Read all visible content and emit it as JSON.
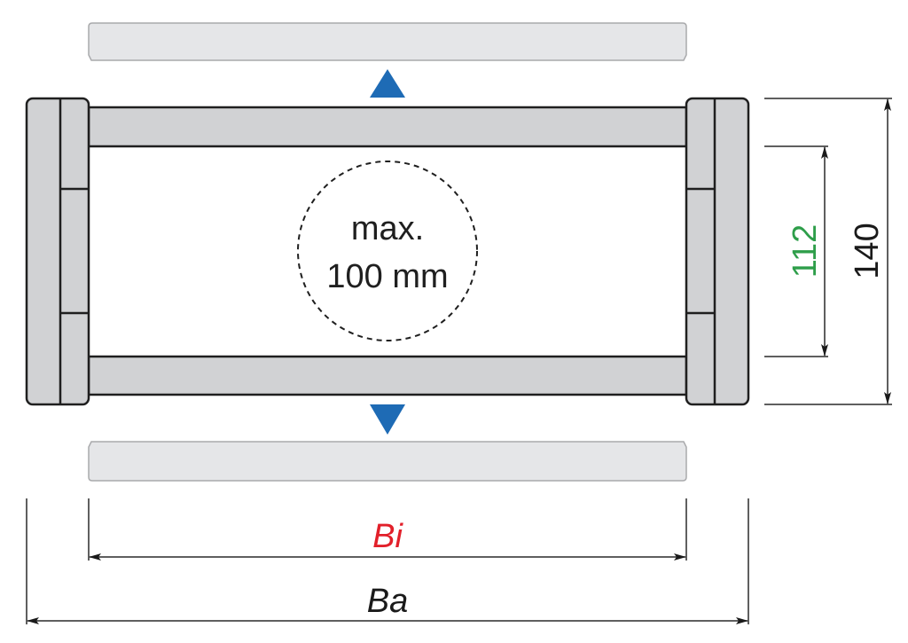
{
  "diagram": {
    "type": "technical-dimension-drawing",
    "center_label": {
      "line1": "max.",
      "line2": "100 mm"
    },
    "dimensions": {
      "inner_height": {
        "value": "112",
        "color": "#2e9e4a"
      },
      "outer_height": {
        "value": "140",
        "color": "#1a1a1a"
      },
      "inner_width": {
        "label": "Bi",
        "color": "#e2202a"
      },
      "outer_width": {
        "label": "Ba",
        "color": "#1a1a1a"
      }
    },
    "arrows": {
      "open_up": {
        "icon": "triangle-up-icon",
        "color": "#1e6bb5"
      },
      "open_down": {
        "icon": "triangle-down-icon",
        "color": "#1e6bb5"
      }
    },
    "colors": {
      "frame_fill": "#d1d2d4",
      "frame_stroke": "#1f1f1f",
      "loose_panel_fill": "#e5e6e8",
      "loose_panel_stroke": "#a9aaac",
      "dimension_line": "#2a2a2a"
    }
  }
}
